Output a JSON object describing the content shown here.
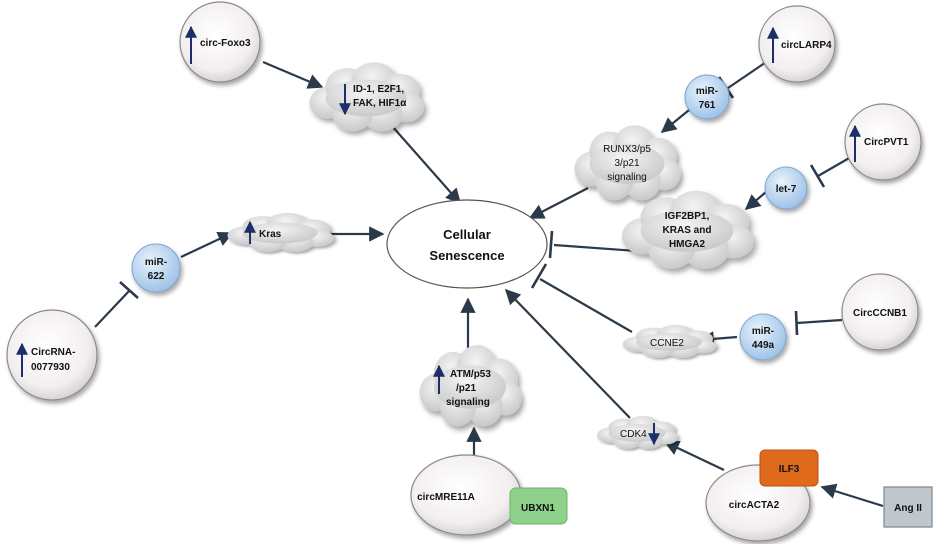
{
  "center": {
    "line1": "Cellular",
    "line2": "Senescence"
  },
  "circ_foxo3": "circ-Foxo3",
  "circ_larp4": "circLARP4",
  "circ_pvt1": "CircPVT1",
  "circ_ccnb1": "CircCCNB1",
  "circ_0077930": {
    "line1": "CircRNA-",
    "line2": "0077930"
  },
  "circ_mre11a": "circMRE11A",
  "circ_acta2": "circACTA2",
  "mir761": {
    "line1": "miR-",
    "line2": "761"
  },
  "let7": "let-7",
  "mir622": {
    "line1": "miR-",
    "line2": "622"
  },
  "mir449a": {
    "line1": "miR-",
    "line2": "449a"
  },
  "id1_cloud": {
    "line1": "ID-1, E2F1,",
    "line2": "FAK, HIF1α"
  },
  "runx3_cloud": {
    "line1": "RUNX3/p5",
    "line2": "3/p21",
    "line3": "signaling"
  },
  "igf2bp1_cloud": {
    "line1": "IGF2BP1,",
    "line2": "KRAS and",
    "line3": "HMGA2"
  },
  "kras_cloud": "Kras",
  "atm_cloud": {
    "line1": "ATM/p53",
    "line2": "/p21",
    "line3": "signaling"
  },
  "ccne2_cloud": "CCNE2",
  "cdk4_cloud": "CDK4",
  "ubxn1": "UBXN1",
  "ilf3": "ILF3",
  "angii": "Ang II",
  "colors": {
    "mirna_fill": "#bcd6f0",
    "ubxn1_fill": "#8fd18b",
    "ilf3_fill": "#e06a1c",
    "angii_fill": "#bfc6cc",
    "cloud_fill": "#d9d9d9",
    "arrow": "#2b3a4a",
    "up_down_arrow": "#1d2e6b"
  }
}
